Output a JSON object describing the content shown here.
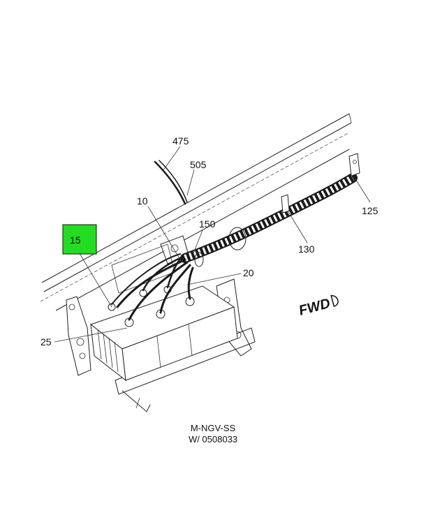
{
  "diagram": {
    "callouts": [
      {
        "id": "c475",
        "label": "475"
      },
      {
        "id": "c505",
        "label": "505"
      },
      {
        "id": "c10",
        "label": "10"
      },
      {
        "id": "c150",
        "label": "150"
      },
      {
        "id": "c20",
        "label": "20"
      },
      {
        "id": "c25",
        "label": "25"
      },
      {
        "id": "c125",
        "label": "125"
      },
      {
        "id": "c130",
        "label": "130"
      },
      {
        "id": "c15",
        "label": "15"
      }
    ],
    "highlight_color": "#22dd22",
    "direction_label": "FWD",
    "caption_line1": "M-NGV-SS",
    "caption_line2": "W/ 0508033"
  }
}
